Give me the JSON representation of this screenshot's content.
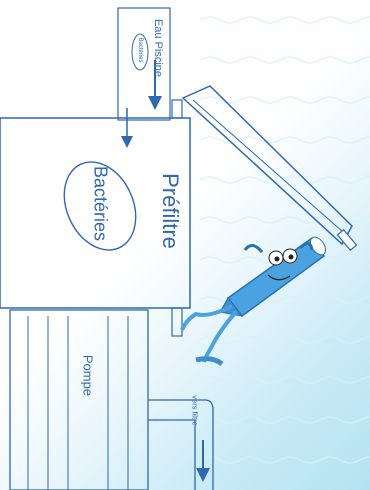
{
  "labels": {
    "inlet": "Eau Piscine",
    "inlet_badge": "Bactéries",
    "prefilter": "Préfiltre",
    "bacteria": "Bactéries",
    "pump": "Pompe",
    "outlet": "vers filtre"
  },
  "colors": {
    "line": "#2f68b0",
    "accent": "#3d8ed8",
    "water": "#b4e2f1",
    "mascot_body": "#4aa3e0"
  },
  "icons": [
    "flow-arrow-icon",
    "mascot-illustration"
  ]
}
